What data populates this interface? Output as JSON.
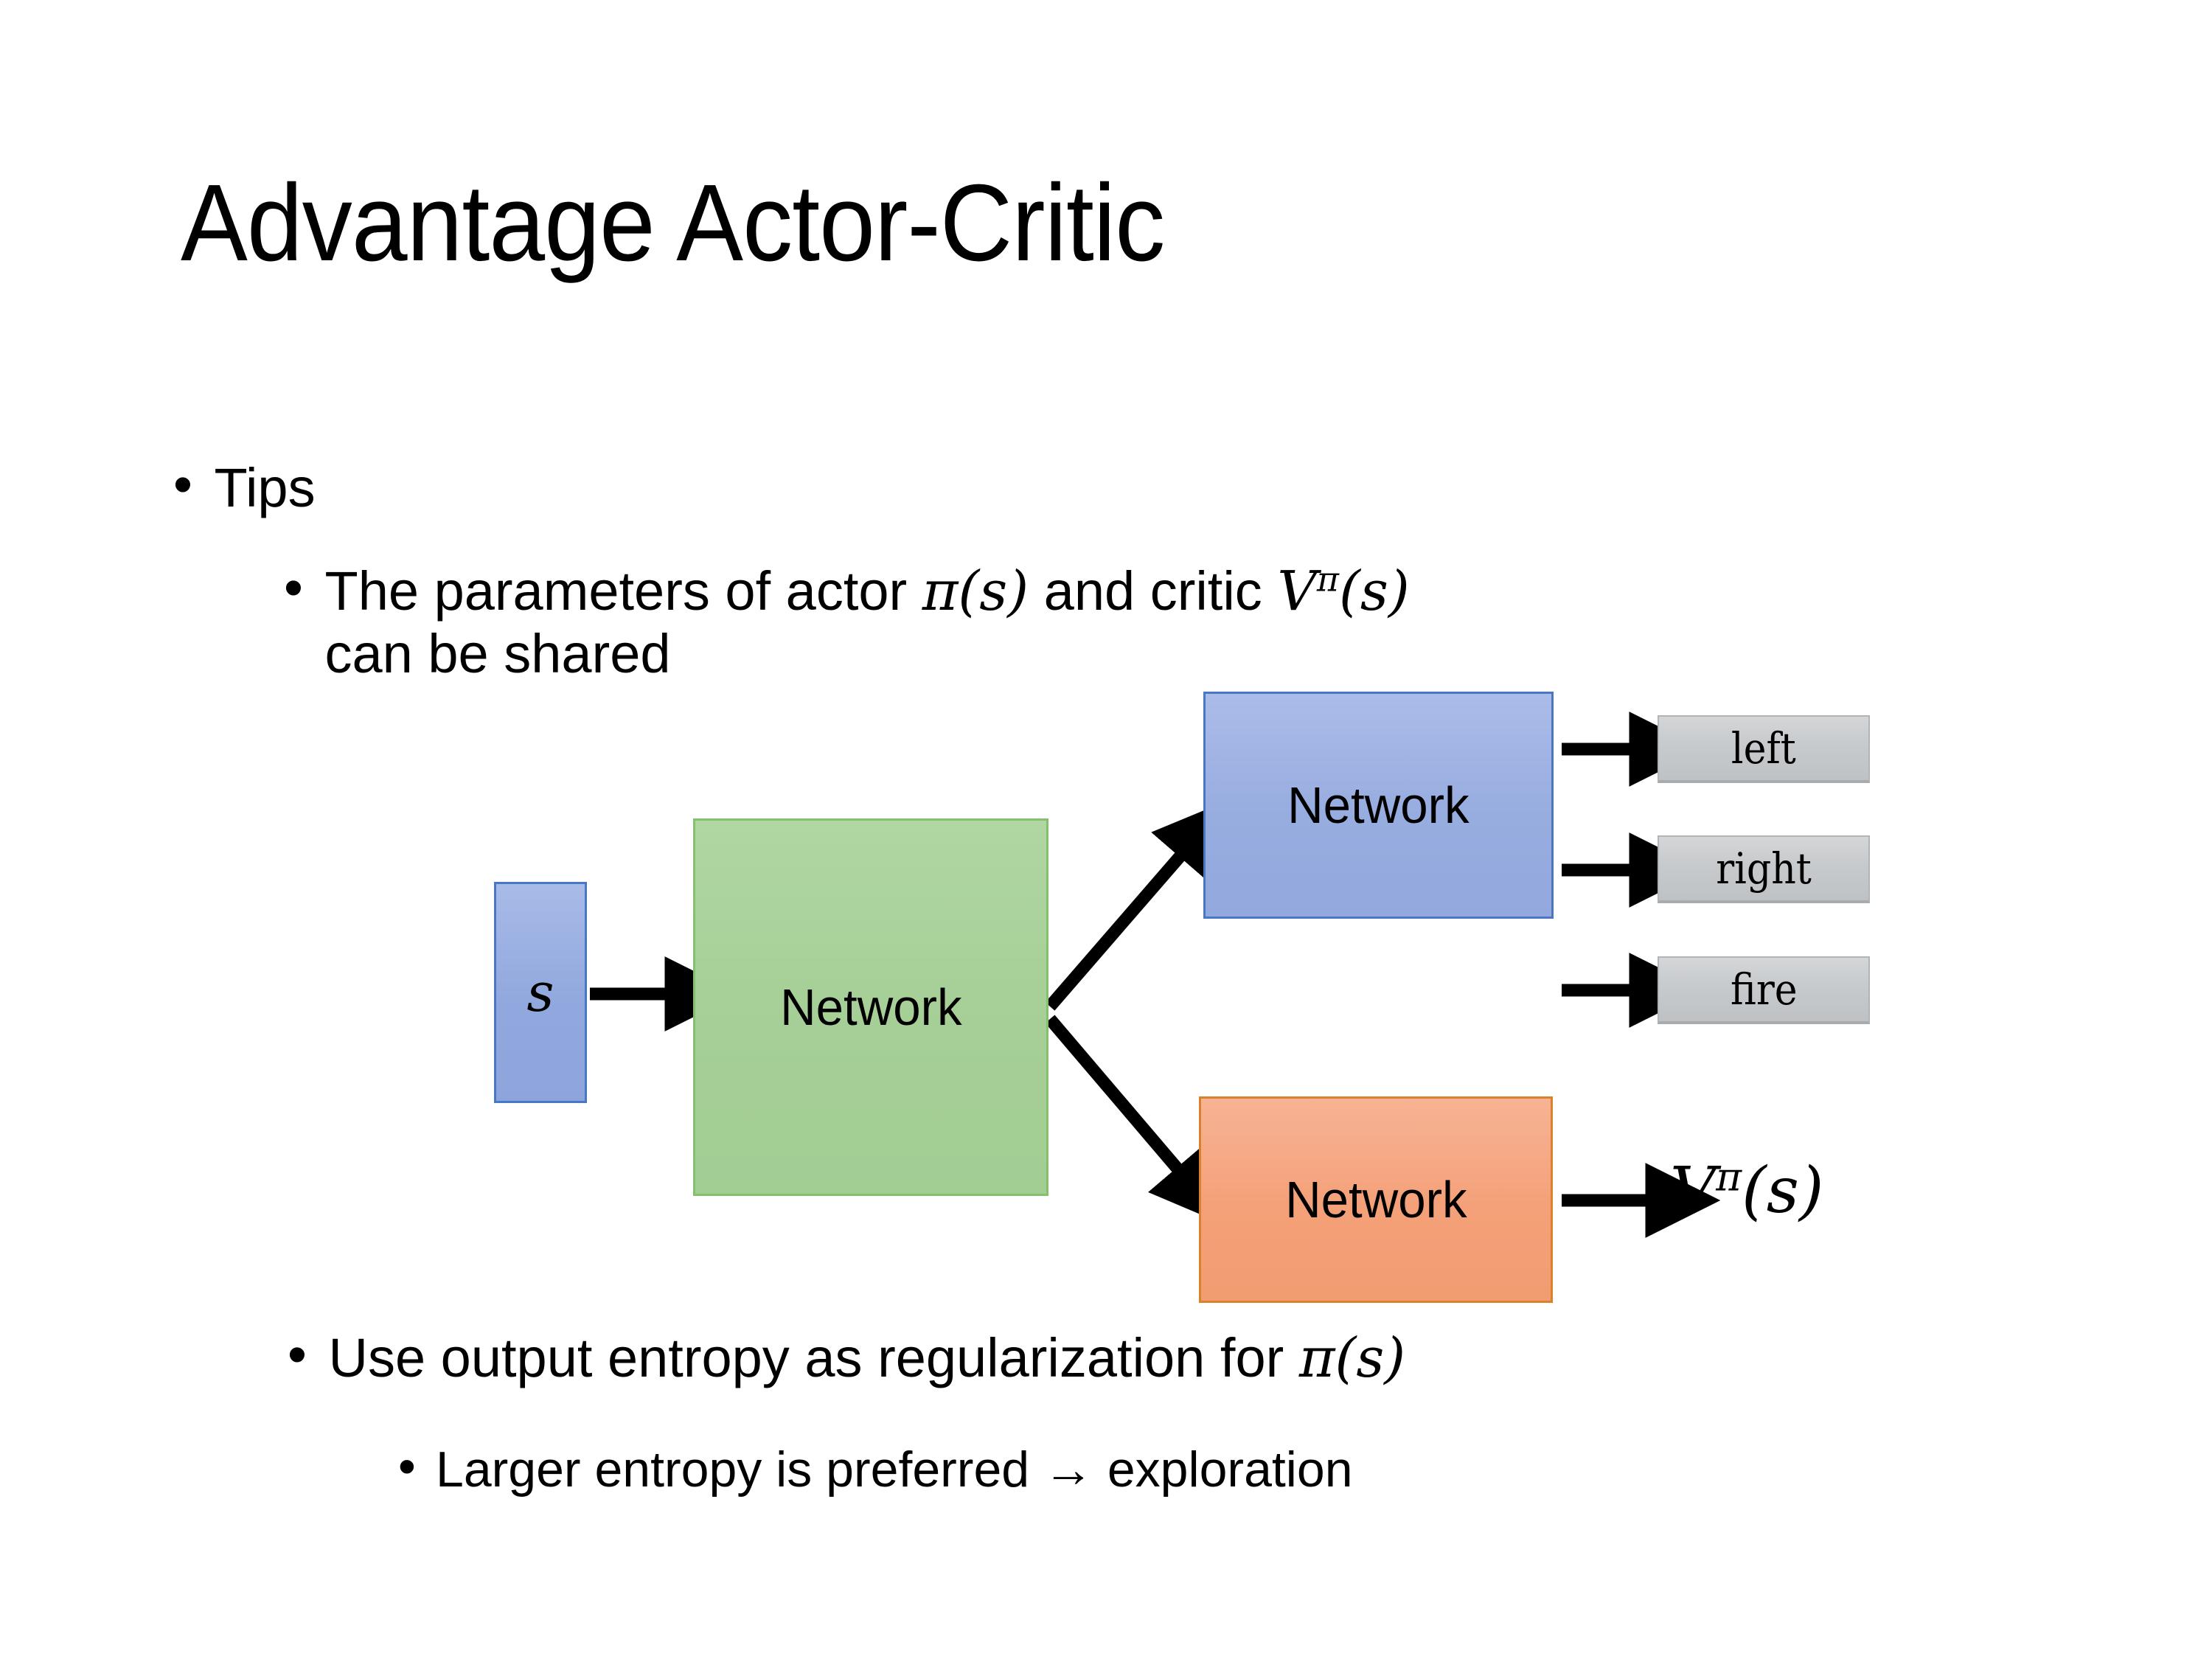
{
  "slide": {
    "title": "Advantage Actor-Critic",
    "background_color": "#FFFFFF",
    "text_color": "#000000"
  },
  "bullets": {
    "level1": {
      "marker": "•",
      "text": "Tips"
    },
    "level2_params": {
      "marker": "•",
      "line1_prefix": "The parameters of actor ",
      "math_pi": "π(s)",
      "line1_middle": "  and critic ",
      "math_v_base": "V",
      "math_v_sup": "π",
      "math_v_arg": "(s)",
      "line2": "can be shared"
    },
    "level2_entropy": {
      "marker": "•",
      "prefix": "Use output entropy as regularization for ",
      "math_pi": "π(s)"
    },
    "level3_explore": {
      "marker": "•",
      "text": "Larger entropy is preferred → exploration"
    }
  },
  "diagram": {
    "input_box": {
      "label": "s",
      "fill": "#97ACDF",
      "border": "#4A77C1"
    },
    "shared_network": {
      "label": "Network",
      "fill": "#A5CF96",
      "border": "#86BF6D"
    },
    "actor_network": {
      "label": "Network",
      "fill": "#97ACDF",
      "border": "#4A77C1"
    },
    "critic_network": {
      "label": "Network",
      "fill": "#F4A078",
      "border": "#D9822B"
    },
    "actions": [
      {
        "label": "left",
        "fill": "#C7CACC",
        "border": "#B2B5B8"
      },
      {
        "label": "right",
        "fill": "#C7CACC",
        "border": "#B2B5B8"
      },
      {
        "label": "fire",
        "fill": "#C7CACC",
        "border": "#B2B5B8"
      }
    ],
    "critic_output": {
      "base": "V",
      "superscript": "π",
      "argument": "(s)"
    },
    "arrow_color": "#000000"
  }
}
